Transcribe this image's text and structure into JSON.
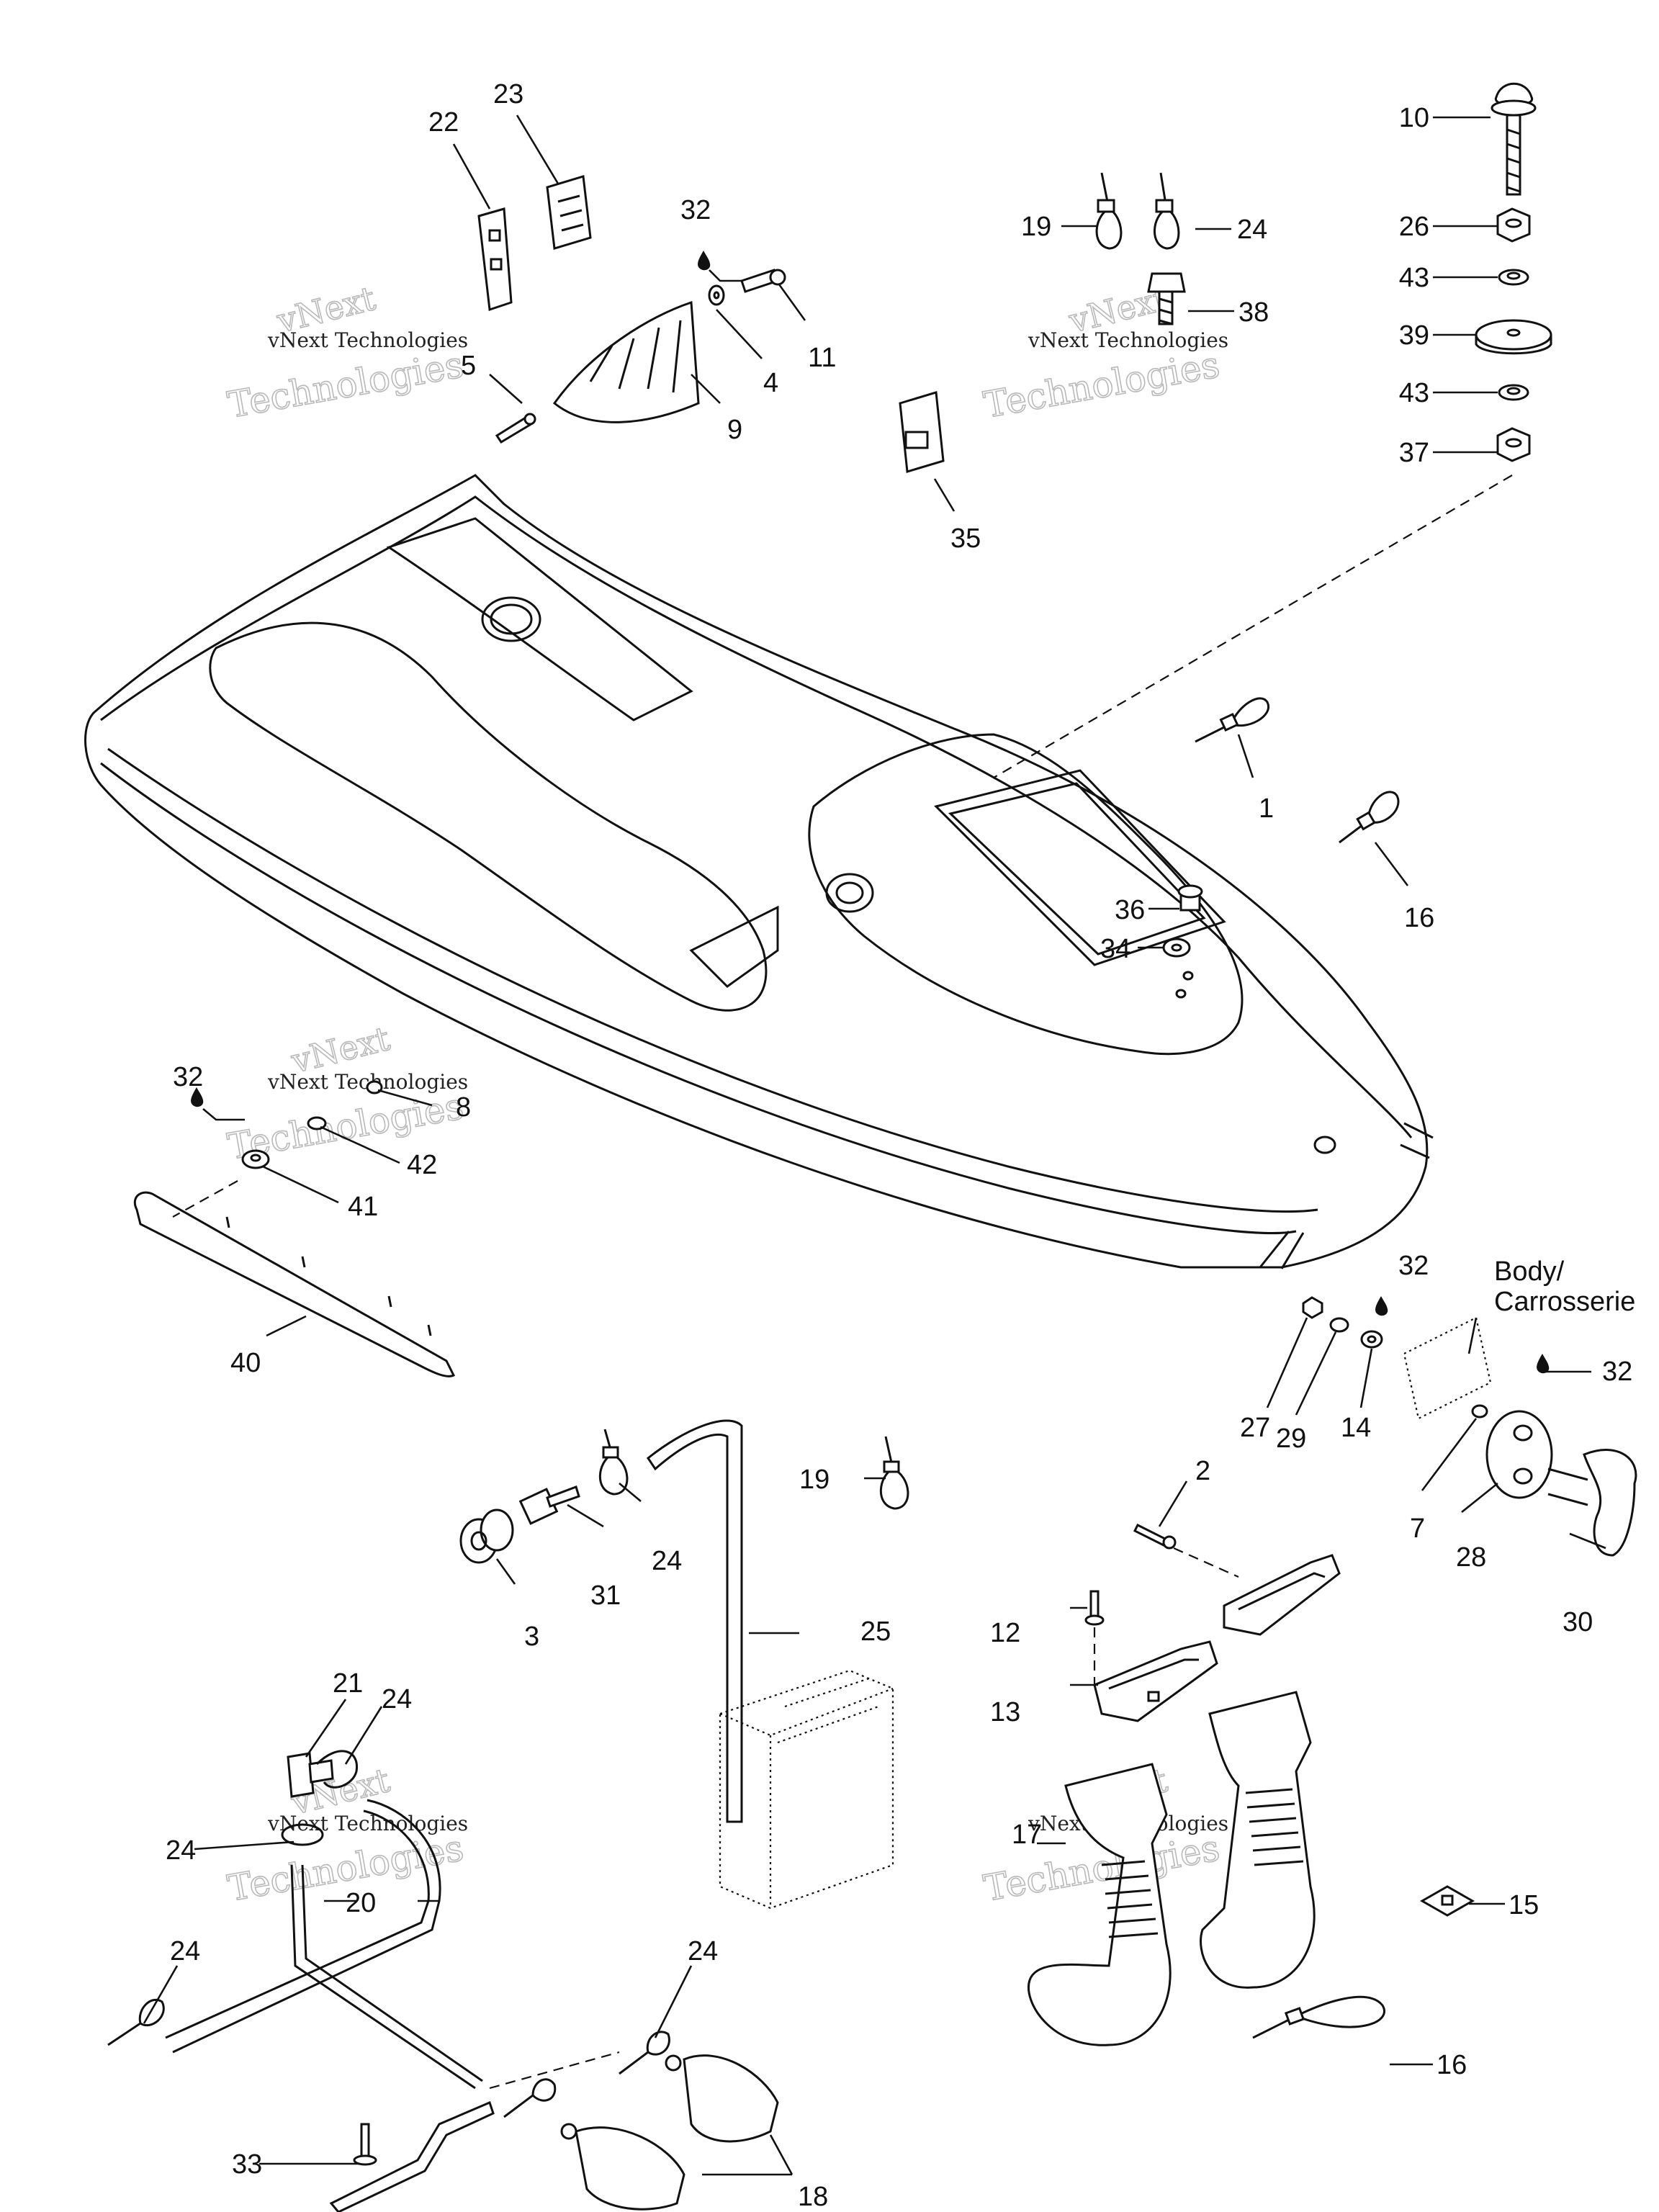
{
  "watermark": {
    "line1": "vNext",
    "line2": "vNext Technologies",
    "line3": "Technologies"
  },
  "body_label": {
    "line1": "Body/",
    "line2": "Carrosserie"
  },
  "callouts": [
    {
      "id": "c1",
      "text": "1"
    },
    {
      "id": "c2",
      "text": "2"
    },
    {
      "id": "c3",
      "text": "3"
    },
    {
      "id": "c4",
      "text": "4"
    },
    {
      "id": "c5",
      "text": "5"
    },
    {
      "id": "c7",
      "text": "7"
    },
    {
      "id": "c8",
      "text": "8"
    },
    {
      "id": "c9",
      "text": "9"
    },
    {
      "id": "c10",
      "text": "10"
    },
    {
      "id": "c11",
      "text": "11"
    },
    {
      "id": "c12",
      "text": "12"
    },
    {
      "id": "c13",
      "text": "13"
    },
    {
      "id": "c14",
      "text": "14"
    },
    {
      "id": "c15",
      "text": "15"
    },
    {
      "id": "c16a",
      "text": "16"
    },
    {
      "id": "c16b",
      "text": "16"
    },
    {
      "id": "c17",
      "text": "17"
    },
    {
      "id": "c18",
      "text": "18"
    },
    {
      "id": "c19a",
      "text": "19"
    },
    {
      "id": "c19b",
      "text": "19"
    },
    {
      "id": "c20",
      "text": "20"
    },
    {
      "id": "c21",
      "text": "21"
    },
    {
      "id": "c22",
      "text": "22"
    },
    {
      "id": "c23",
      "text": "23"
    },
    {
      "id": "c24a",
      "text": "24"
    },
    {
      "id": "c24b",
      "text": "24"
    },
    {
      "id": "c24c",
      "text": "24"
    },
    {
      "id": "c24d",
      "text": "24"
    },
    {
      "id": "c24e",
      "text": "24"
    },
    {
      "id": "c24f",
      "text": "24"
    },
    {
      "id": "c25",
      "text": "25"
    },
    {
      "id": "c26",
      "text": "26"
    },
    {
      "id": "c27",
      "text": "27"
    },
    {
      "id": "c28",
      "text": "28"
    },
    {
      "id": "c29",
      "text": "29"
    },
    {
      "id": "c30",
      "text": "30"
    },
    {
      "id": "c31",
      "text": "31"
    },
    {
      "id": "c32a",
      "text": "32"
    },
    {
      "id": "c32b",
      "text": "32"
    },
    {
      "id": "c32c",
      "text": "32"
    },
    {
      "id": "c32d",
      "text": "32"
    },
    {
      "id": "c33",
      "text": "33"
    },
    {
      "id": "c34",
      "text": "34"
    },
    {
      "id": "c35",
      "text": "35"
    },
    {
      "id": "c36",
      "text": "36"
    },
    {
      "id": "c37",
      "text": "37"
    },
    {
      "id": "c38",
      "text": "38"
    },
    {
      "id": "c39",
      "text": "39"
    },
    {
      "id": "c40",
      "text": "40"
    },
    {
      "id": "c41",
      "text": "41"
    },
    {
      "id": "c42",
      "text": "42"
    },
    {
      "id": "c43a",
      "text": "43"
    },
    {
      "id": "c43b",
      "text": "43"
    }
  ]
}
